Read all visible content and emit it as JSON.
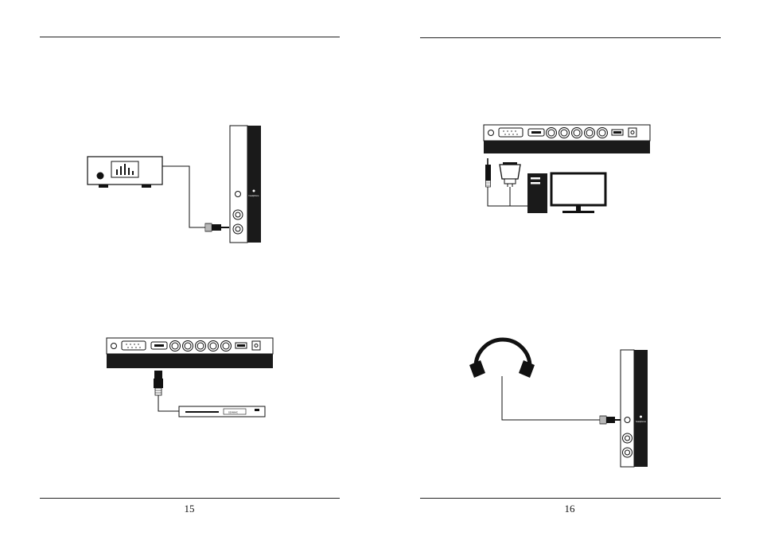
{
  "pages": [
    {
      "side": "left",
      "number": "15"
    },
    {
      "side": "right",
      "number": "16"
    }
  ],
  "labels": {
    "headphone_text": "headphone",
    "card_reader_text": "SD/MMC"
  },
  "colors": {
    "panel_dark": "#1a1a1a",
    "line": "#111111",
    "background": "#ffffff"
  }
}
